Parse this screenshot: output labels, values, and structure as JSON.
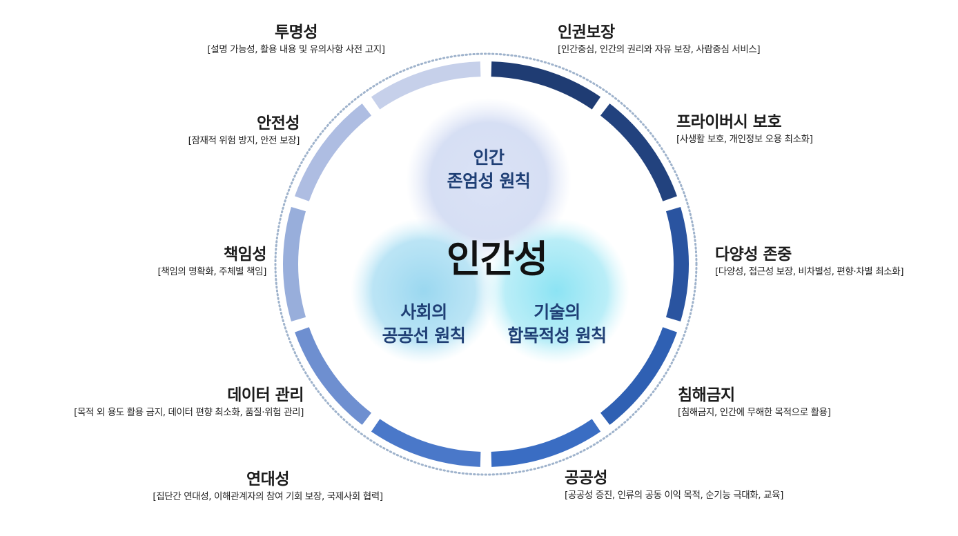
{
  "core": "인간성",
  "principles": [
    {
      "line1": "인간",
      "line2": "존엄성 원칙"
    },
    {
      "line1": "사회의",
      "line2": "공공선 원칙"
    },
    {
      "line1": "기술의",
      "line2": "합목적성 원칙"
    }
  ],
  "requirements": [
    {
      "title": "인권보장",
      "desc": "[인간중심, 인간의 권리와 자유 보장, 사람중심 서비스]",
      "color": "#1f3c73"
    },
    {
      "title": "프라이버시 보호",
      "desc": "[사생활 보호, 개인정보 오용 최소화]",
      "color": "#22427e"
    },
    {
      "title": "다양성 존중",
      "desc": "[다양성, 접근성 보장, 비차별성, 편향·차별 최소화]",
      "color": "#2a54a0"
    },
    {
      "title": "침해금지",
      "desc": "[침해금지, 인간에 무해한 목적으로 활용]",
      "color": "#2f60b3"
    },
    {
      "title": "공공성",
      "desc": "[공공성 증진, 인류의 공동 이익 목적, 순기능 극대화, 교육]",
      "color": "#3a6dc3"
    },
    {
      "title": "연대성",
      "desc": "[집단간 연대성, 이해관계자의 참여 기회 보장, 국제사회 협력]",
      "color": "#4a78c9"
    },
    {
      "title": "데이터 관리",
      "desc": "[목적 외 용도 활용 금지, 데이터 편향 최소화, 품질·위험 관리]",
      "color": "#6e8fd0"
    },
    {
      "title": "책임성",
      "desc": "[책임의 명확화, 주체별 책임]",
      "color": "#98aedb"
    },
    {
      "title": "안전성",
      "desc": "[잠재적 위험 방지, 안전 보장]",
      "color": "#aebde2"
    },
    {
      "title": "투명성",
      "desc": "[설명 가능성, 활용 내용 및 유의사항 사전 고지]",
      "color": "#c6d0ea"
    }
  ]
}
